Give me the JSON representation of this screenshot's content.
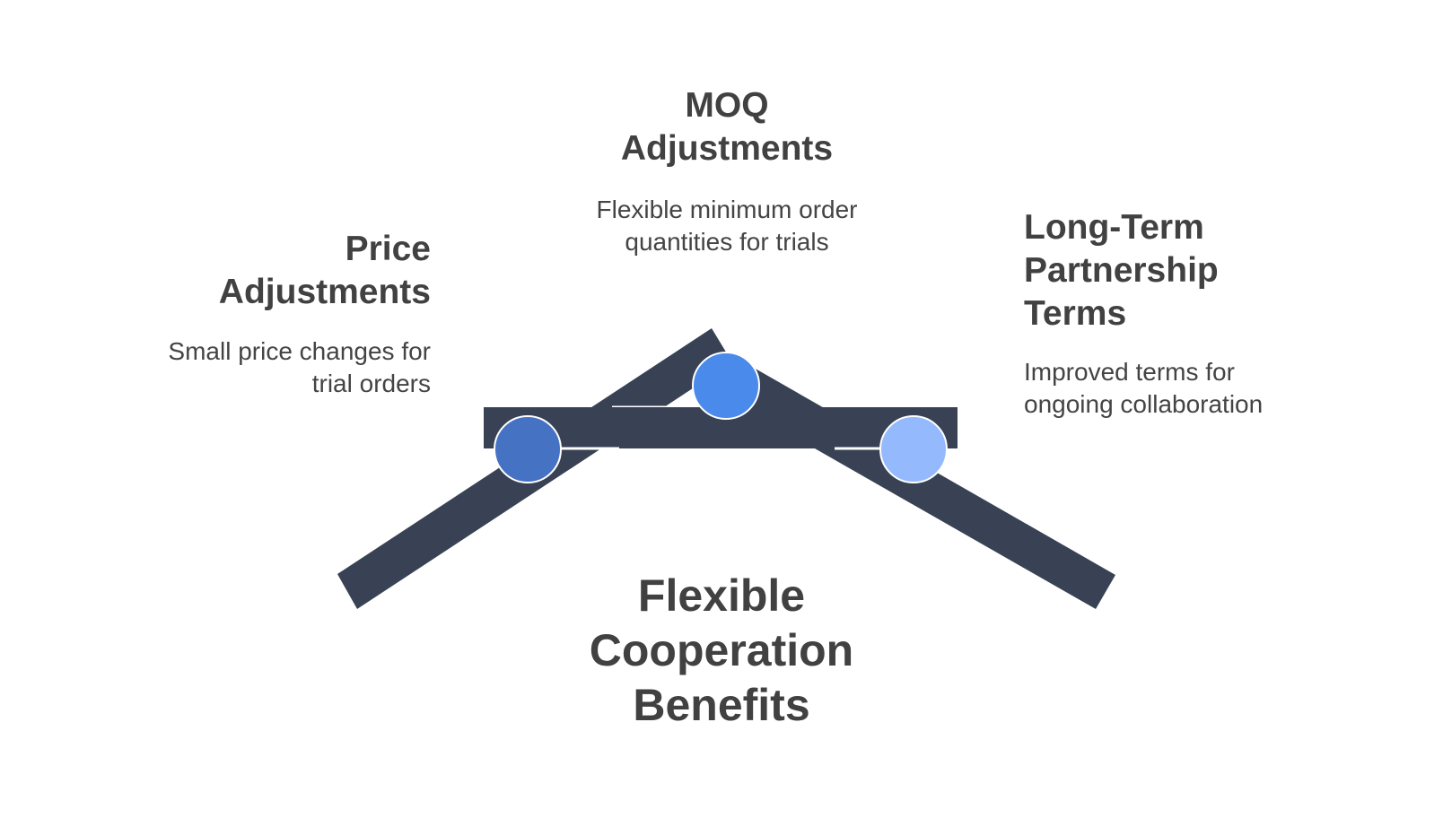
{
  "title": {
    "lines": [
      "Flexible",
      "Cooperation",
      "Benefits"
    ]
  },
  "items": [
    {
      "id": "price",
      "heading": [
        "Price",
        "Adjustments"
      ],
      "description": [
        "Small price changes for",
        "trial orders"
      ],
      "color": "#4672c4"
    },
    {
      "id": "moq",
      "heading": [
        "MOQ",
        "Adjustments"
      ],
      "description": [
        "Flexible minimum order",
        "quantities for trials"
      ],
      "color": "#4a8aea"
    },
    {
      "id": "partnership",
      "heading": [
        "Long-Term",
        "Partnership",
        "Terms"
      ],
      "description": [
        "Improved terms for",
        "ongoing collaboration"
      ],
      "color": "#94bafd"
    }
  ],
  "colors": {
    "beam": "#384254",
    "text": "#414141",
    "background": "#ffffff"
  }
}
